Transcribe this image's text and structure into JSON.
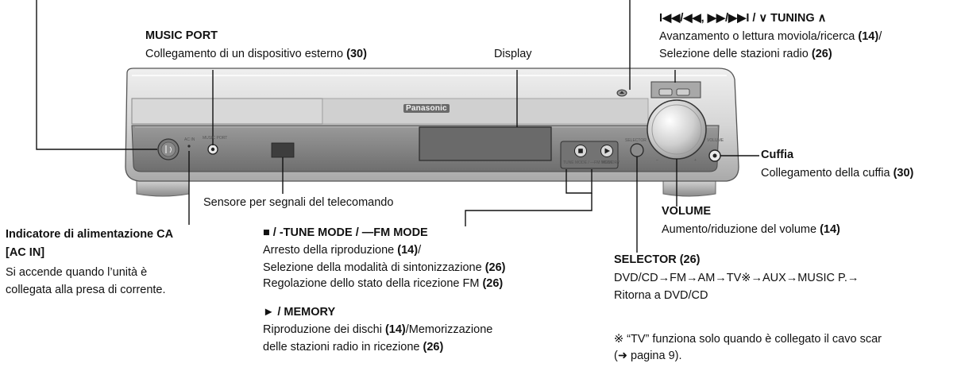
{
  "device": {
    "brand": "Panasonic",
    "music_port_small": "MUSIC PORT",
    "ac_in_small": "AC IN",
    "selector_small": "SELECTOR",
    "volume_small": "VOLUME",
    "tune_mode_small": "TUNE MODE / —FM MODE",
    "memory_small": "MEMORY",
    "minus": "–",
    "plus": "+"
  },
  "labels": {
    "music_port": {
      "title": "MUSIC PORT",
      "desc": "Collegamento di un dispositivo esterno",
      "ref": "(30)"
    },
    "display": {
      "title": "Display"
    },
    "tuning": {
      "title": "I◀◀/◀◀, ▶▶/▶▶I / ∨ TUNING ∧",
      "line1": "Avanzamento o lettura moviola/ricerca",
      "line1_ref": "(14)",
      "line1_tail": "/",
      "line2": "Selezione delle stazioni radio",
      "line2_ref": "(26)"
    },
    "cuffia": {
      "title": "Cuffia",
      "desc": "Collegamento della cuffia",
      "ref": "(30)"
    },
    "sensor": {
      "title": "Sensore per segnali del telecomando"
    },
    "volume": {
      "title": "VOLUME",
      "desc": "Aumento/riduzione del volume",
      "ref": "(14)"
    },
    "ac_in": {
      "title1": "Indicatore di alimentazione CA",
      "title2": "[AC IN]",
      "line1": "Si accende quando l’unità è",
      "line2": "collegata alla presa di corrente."
    },
    "stop": {
      "title": "■ / -TUNE MODE / —FM MODE",
      "line1": "Arresto della riproduzione",
      "line1_ref": "(14)",
      "line1_tail": "/",
      "line2": "Selezione della modalità di sintonizzazione",
      "line2_ref": "(26)",
      "line3": "Regolazione dello stato della ricezione FM",
      "line3_ref": "(26)"
    },
    "memory": {
      "title": "► / MEMORY",
      "line1": "Riproduzione dei dischi",
      "line1_ref": "(14)",
      "line1_tail": "/Memorizzazione",
      "line2": "delle stazioni radio in ricezione",
      "line2_ref": "(26)"
    },
    "selector": {
      "title": "SELECTOR (26)",
      "line1": "DVD/CD→FM→AM→TV※→AUX→MUSIC P.→",
      "line2": "Ritorna a DVD/CD"
    },
    "note": {
      "line1": "※ “TV” funziona solo quando è collegato il cavo scar",
      "line2": "(➜ pagina 9)."
    }
  }
}
